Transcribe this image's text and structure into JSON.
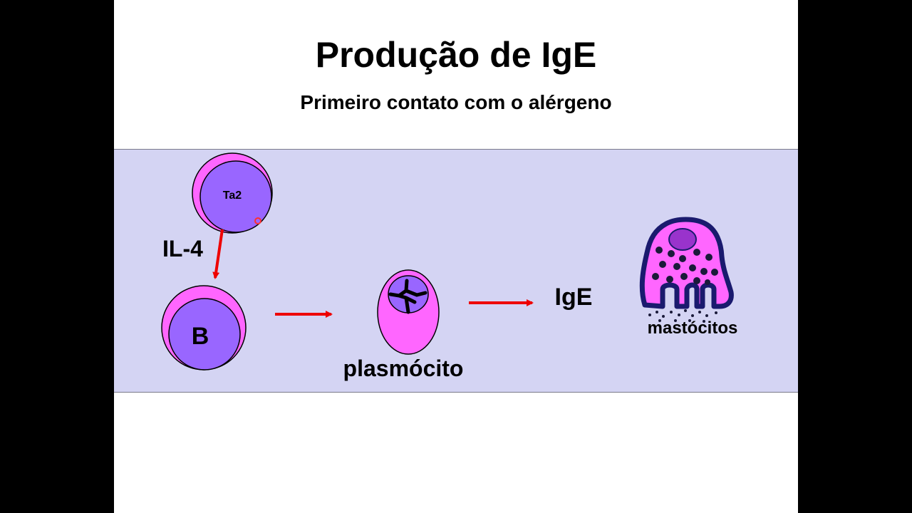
{
  "slide": {
    "title": "Produção de IgE",
    "subtitle": "Primeiro contato com o alérgeno"
  },
  "diagram": {
    "th2_cell_label": "Ta2",
    "cytokine_label": "IL-4",
    "b_cell_label": "B",
    "plasma_cell_label": "plasmócito",
    "antibody_label": "IgE",
    "mast_cell_label": "mastócitos"
  },
  "colors": {
    "panel_background": "#d4d4f3",
    "cell_outer": "#ff66ff",
    "cell_nucleus": "#9966ff",
    "arrow": "#ee0000",
    "mast_outline": "#1a1a6e",
    "granule": "#1a1a3a"
  }
}
